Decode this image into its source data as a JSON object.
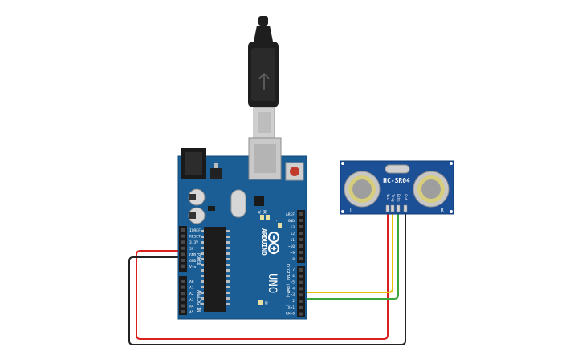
{
  "board": {
    "brand": "ARDUINO",
    "model": "UNO",
    "on_label": "ON",
    "tx_label": "TX",
    "rx_label": "RX",
    "l_label": "L",
    "power_label": "POWER",
    "analog_label": "ANALOG IN",
    "digital_label": "DIGITAL (PWM~)",
    "power_pins": [
      "IOREF",
      "RESET",
      "3.3V",
      "5V",
      "GND",
      "GND",
      "Vin"
    ],
    "analog_pins": [
      "A0",
      "A1",
      "A2",
      "A3",
      "A4",
      "A5"
    ],
    "digital_pins_top": [
      "AREF",
      "GND",
      "13",
      "12",
      "~11",
      "~10",
      "~9",
      "8"
    ],
    "digital_pins_bottom": [
      "7",
      "~6",
      "~5",
      "4",
      "~3",
      "2",
      "TX→1",
      "RX←0"
    ],
    "color": "#1b5d95"
  },
  "sensor": {
    "name": "HC-SR04",
    "left_mark": "T",
    "right_mark": "R",
    "pins": [
      "Vcc",
      "Trig",
      "Echo",
      "Gnd"
    ],
    "color": "#1b4f96"
  },
  "wires": {
    "red": "#d9211f",
    "black": "#222222",
    "yellow": "#e6c000",
    "green": "#3aa839"
  }
}
